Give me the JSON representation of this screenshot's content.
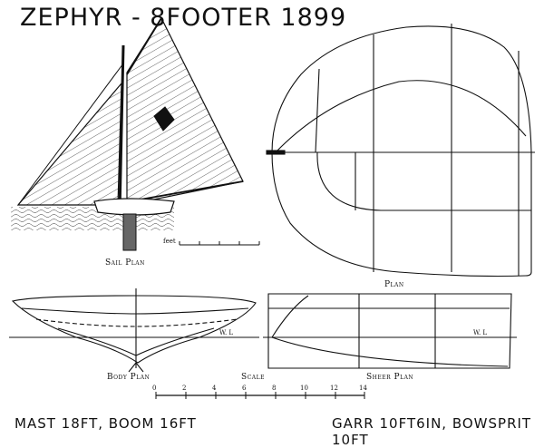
{
  "title": "ZEPHYR - 8FOOTER 1899",
  "captions": {
    "sail_plan": "Sail Plan",
    "plan": "Plan",
    "body_plan": "Body Plan",
    "scale": "Scale",
    "sheer_plan": "Sheer Plan",
    "wl_body": "W. L",
    "wl_sheer": "W. L",
    "feet_label": "feet"
  },
  "scale_ticks": [
    "0",
    "2",
    "4",
    "6",
    "8",
    "10",
    "12",
    "14"
  ],
  "footer": {
    "left": "MAST 18FT, BOOM 16FT",
    "right": "GARR 10FT6IN, BOWSPRIT 10FT"
  }
}
